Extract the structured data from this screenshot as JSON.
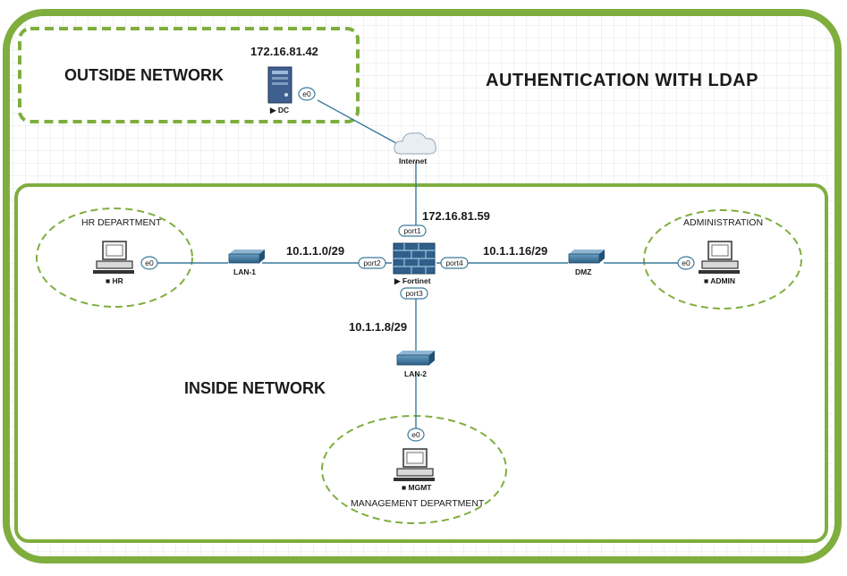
{
  "title": "AUTHENTICATION WITH LDAP",
  "zones": {
    "outside": "OUTSIDE  NETWORK",
    "inside": "INSIDE  NETWORK"
  },
  "departments": {
    "hr": "HR DEPARTMENT",
    "admin": "ADMINISTRATION",
    "mgmt": "MANAGEMENT DEPARTMENT"
  },
  "devices": {
    "dc": "DC",
    "internet": "Internet",
    "fortinet": "Fortinet",
    "lan1": "LAN-1",
    "lan2": "LAN-2",
    "dmz": "DMZ",
    "hr": "HR",
    "admin": "ADMIN",
    "mgmt": "MGMT"
  },
  "ports": {
    "dc_e0": "e0",
    "hr_e0": "e0",
    "admin_e0": "e0",
    "mgmt_e0": "e0",
    "port1": "port1",
    "port2": "port2",
    "port3": "port3",
    "port4": "port4"
  },
  "addresses": {
    "dc": "172.16.81.42",
    "wan": "172.16.81.59",
    "lan1": "10.1.1.0/29",
    "dmz": "10.1.1.16/29",
    "lan2": "10.1.1.8/29"
  },
  "colors": {
    "frame": "#7fae3e",
    "link": "#3a7a9c",
    "grid": "#e4e4e4"
  }
}
